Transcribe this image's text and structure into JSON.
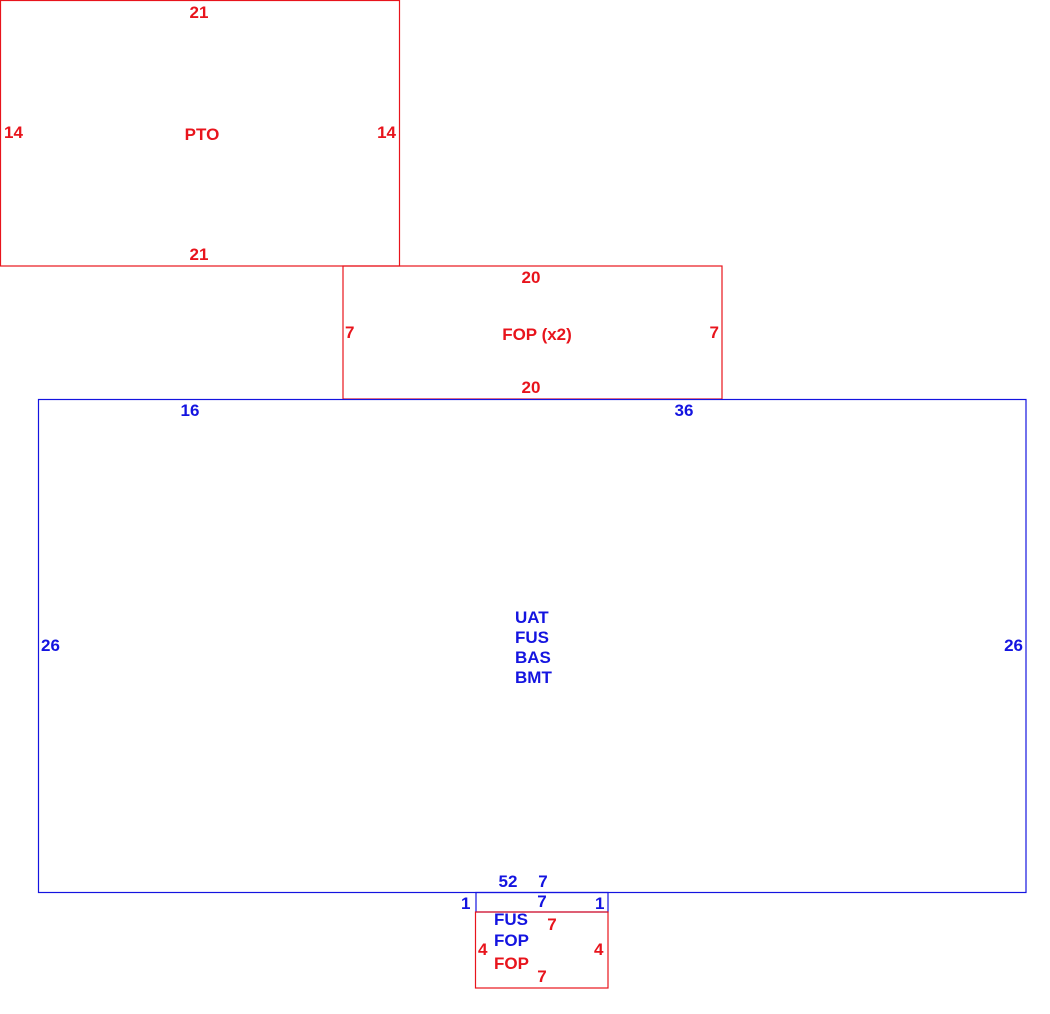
{
  "colors": {
    "red": "#e8141c",
    "blue": "#1414e0"
  },
  "areas": {
    "pto": {
      "label": "PTO",
      "top": "21",
      "bottom": "21",
      "left": "14",
      "right": "14"
    },
    "fop_x2": {
      "label": "FOP (x2)",
      "top": "20",
      "bottom": "20",
      "left": "7",
      "right": "7"
    },
    "main": {
      "labels": [
        "UAT",
        "FUS",
        "BAS",
        "BMT"
      ],
      "top_left": "16",
      "top_right": "36",
      "left": "26",
      "right": "26",
      "bottom": "52"
    },
    "small_blue": {
      "top": "7",
      "bottom": "7",
      "left": "1",
      "right": "1",
      "labels": [
        "FUS",
        "FOP"
      ]
    },
    "small_red": {
      "label": "FOP",
      "top": "7",
      "bottom": "7",
      "left": "4",
      "right": "4"
    }
  }
}
